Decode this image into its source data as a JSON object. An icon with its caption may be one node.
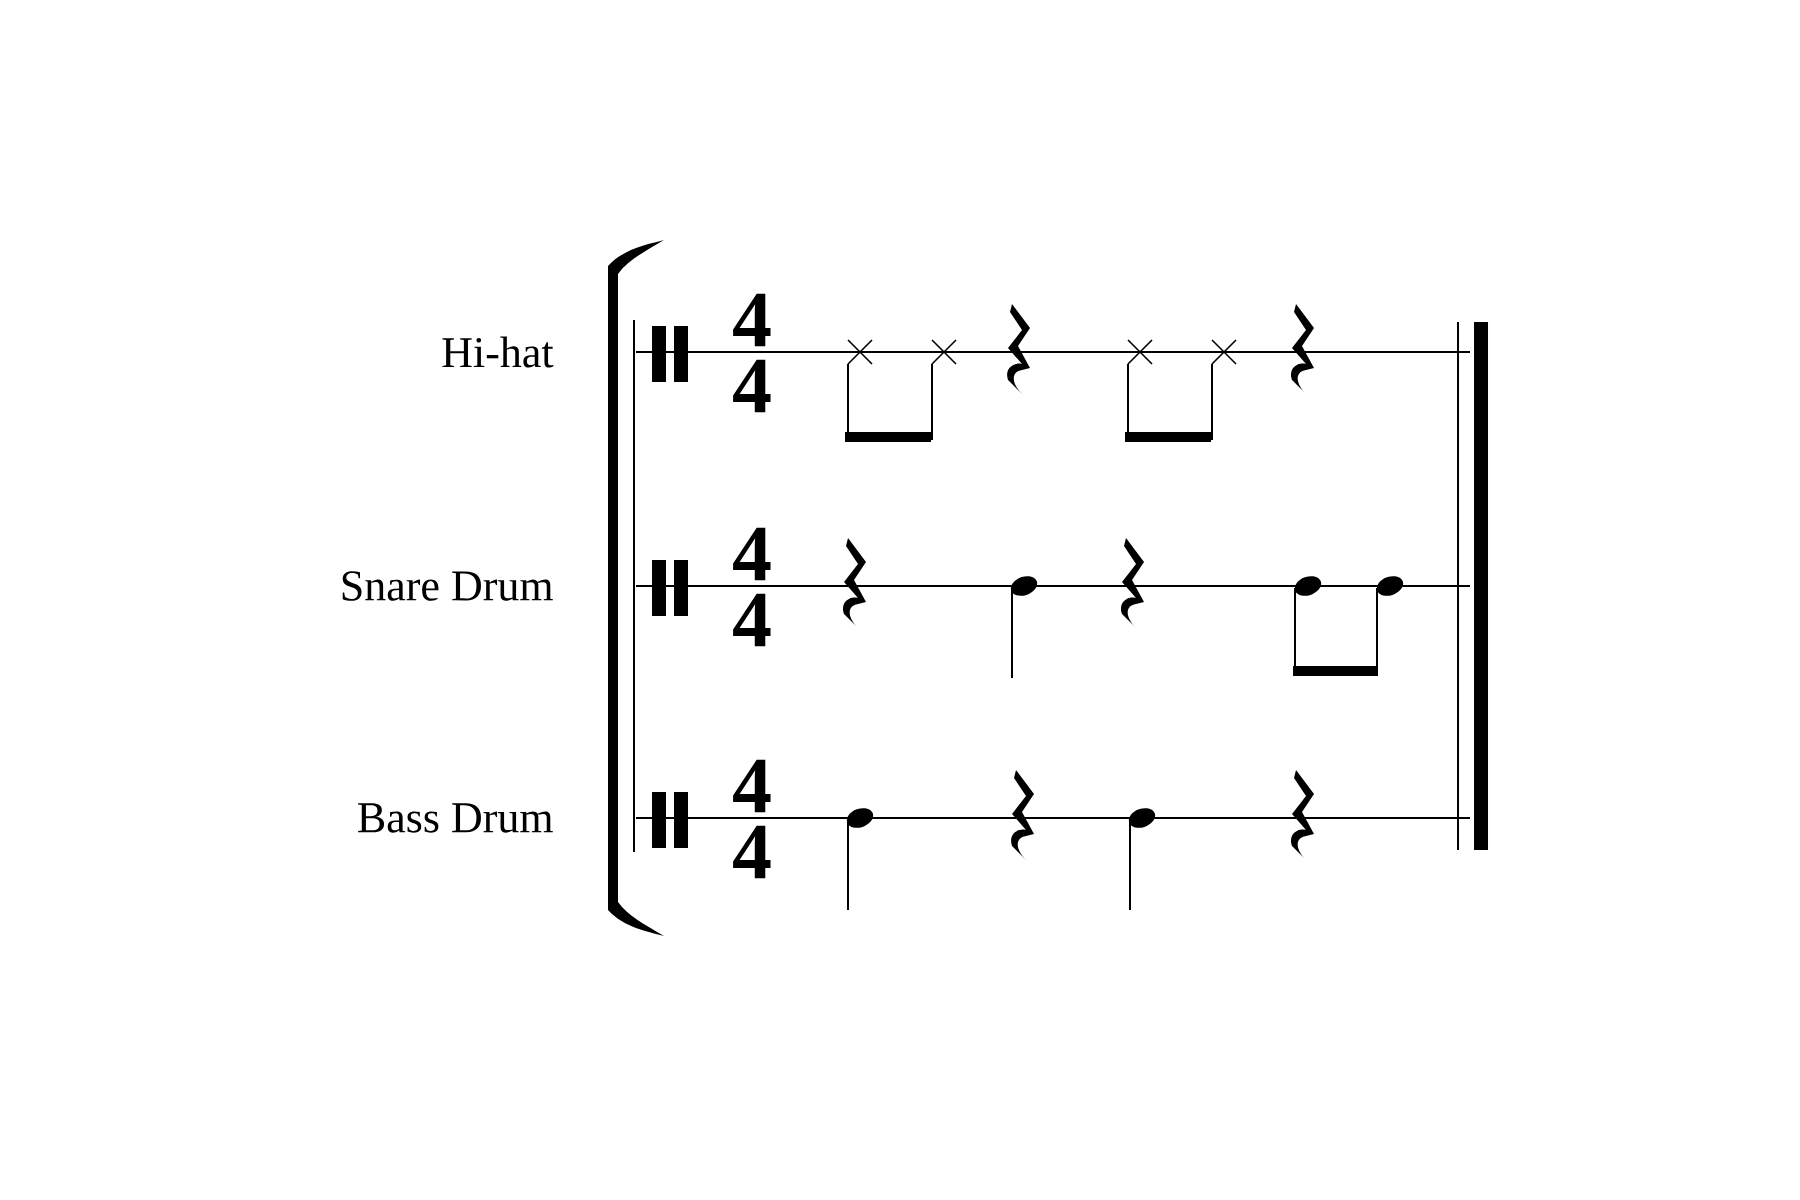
{
  "diagram": {
    "labels": [
      "Hi-hat",
      "4",
      "4",
      "Snare Drum",
      "4",
      "4",
      "Bass Drum",
      "4",
      "4"
    ]
  }
}
